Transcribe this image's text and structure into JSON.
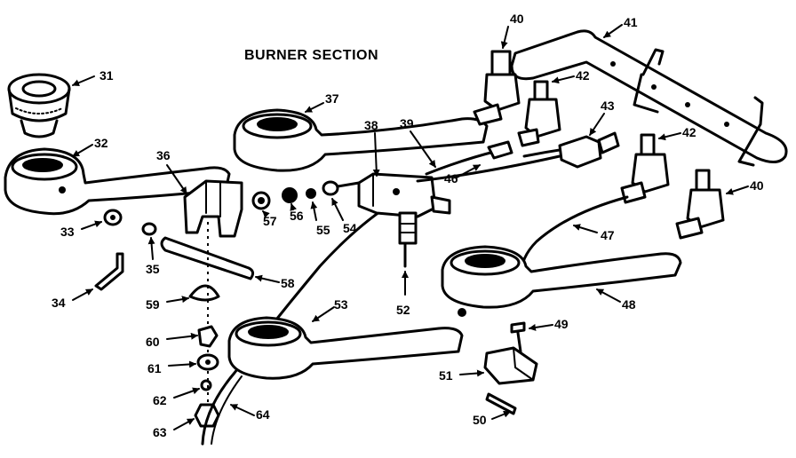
{
  "title": "BURNER SECTION",
  "callouts": {
    "p31": "31",
    "p32": "32",
    "p33": "33",
    "p34": "34",
    "p35": "35",
    "p36": "36",
    "p37": "37",
    "p38": "38",
    "p39": "39",
    "p40a": "40",
    "p40b": "40",
    "p41": "41",
    "p42a": "42",
    "p42b": "42",
    "p43": "43",
    "p46": "46",
    "p47": "47",
    "p48": "48",
    "p49": "49",
    "p50": "50",
    "p51": "51",
    "p52": "52",
    "p53": "53",
    "p54": "54",
    "p55": "55",
    "p56": "56",
    "p57": "57",
    "p58": "58",
    "p59": "59",
    "p60": "60",
    "p61": "61",
    "p62": "62",
    "p63": "63",
    "p64": "64"
  }
}
